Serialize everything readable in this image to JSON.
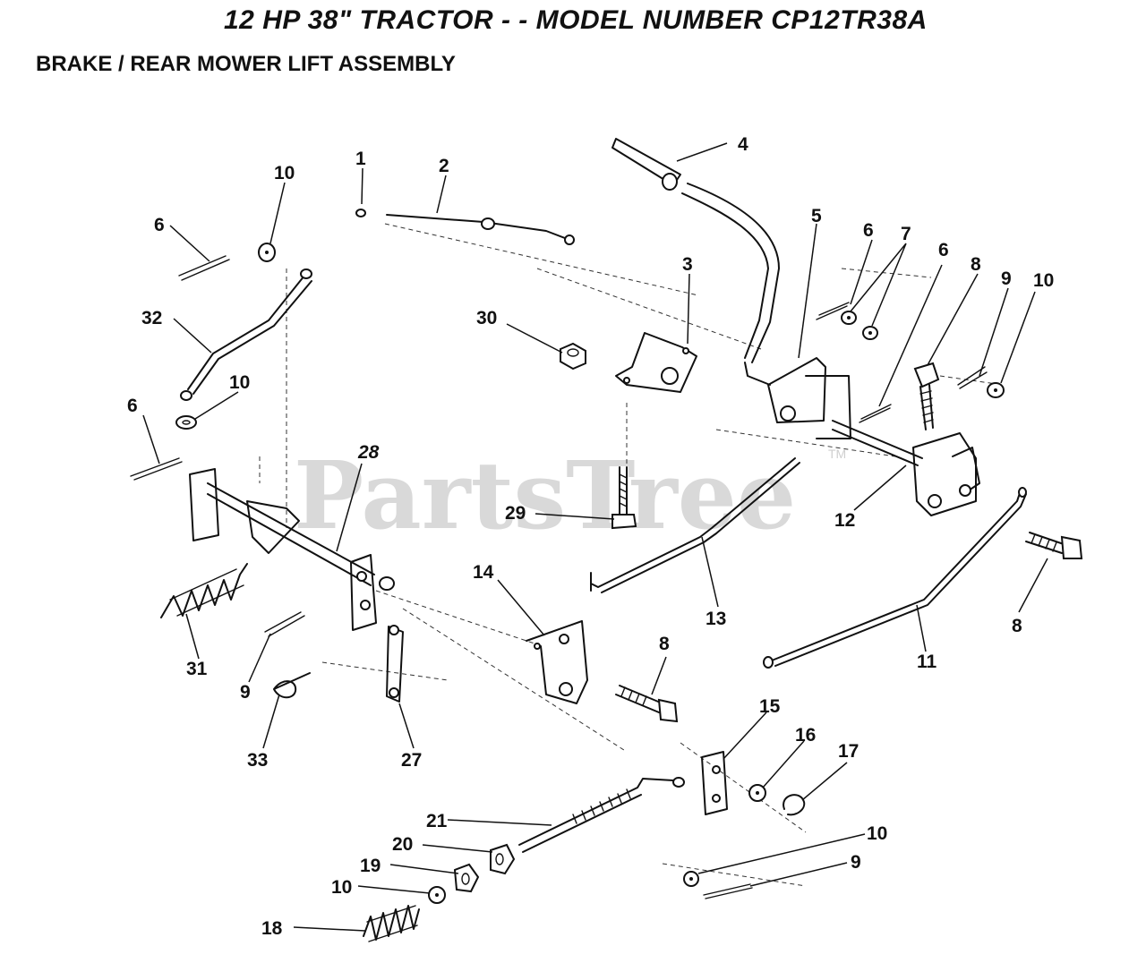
{
  "header": {
    "title": "12 HP 38\" TRACTOR - - MODEL NUMBER CP12TR38A",
    "subtitle": "BRAKE / REAR MOWER LIFT ASSEMBLY"
  },
  "watermark": {
    "text": "PartsTree",
    "mark": "TM"
  },
  "callouts": {
    "c1": "1",
    "c2": "2",
    "c3": "3",
    "c4": "4",
    "c5": "5",
    "c6a": "6",
    "c6b": "6",
    "c6c": "6",
    "c6d": "6",
    "c7": "7",
    "c8a": "8",
    "c8b": "8",
    "c8c": "8",
    "c9a": "9",
    "c9b": "9",
    "c9c": "9",
    "c10a": "10",
    "c10b": "10",
    "c10c": "10",
    "c10d": "10",
    "c10e": "10",
    "c11": "11",
    "c12": "12",
    "c13": "13",
    "c14": "14",
    "c15": "15",
    "c16": "16",
    "c17": "17",
    "c18": "18",
    "c19": "19",
    "c20": "20",
    "c21": "21",
    "c27": "27",
    "c28": "28",
    "c29": "29",
    "c30": "30",
    "c31": "31",
    "c32": "32",
    "c33": "33"
  }
}
